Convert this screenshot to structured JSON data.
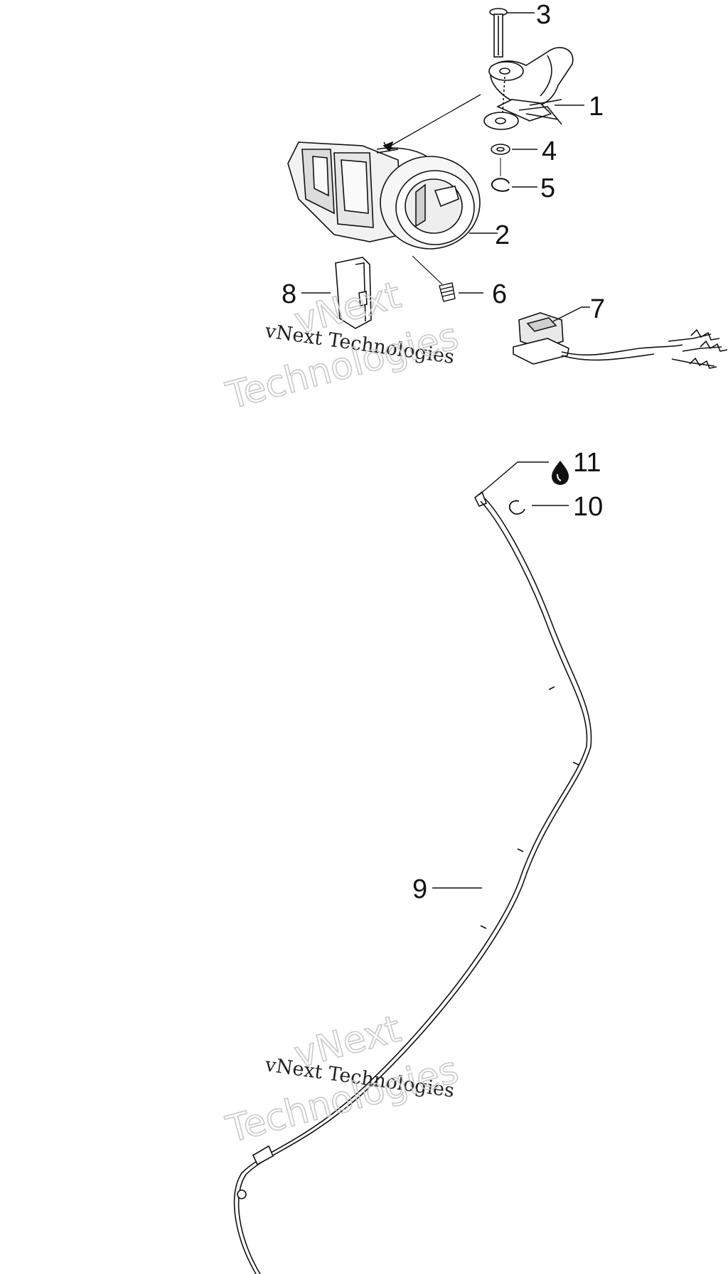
{
  "colors": {
    "line": "#111111",
    "watermark_outline": "#c9c9c9",
    "background": "#ffffff"
  },
  "callouts": {
    "c1": "1",
    "c2": "2",
    "c3": "3",
    "c4": "4",
    "c5": "5",
    "c6": "6",
    "c7": "7",
    "c8": "8",
    "c9": "9",
    "c10": "10",
    "c11": "11"
  },
  "icons": {
    "c11_icon": "oil-drop-icon"
  },
  "watermarks": {
    "top": {
      "line1": "vNext Technologies",
      "line2a": "vNext",
      "line2b": "Technologies"
    },
    "bottom": {
      "line1": "vNext Technologies",
      "line2a": "vNext",
      "line2b": "Technologies"
    }
  }
}
